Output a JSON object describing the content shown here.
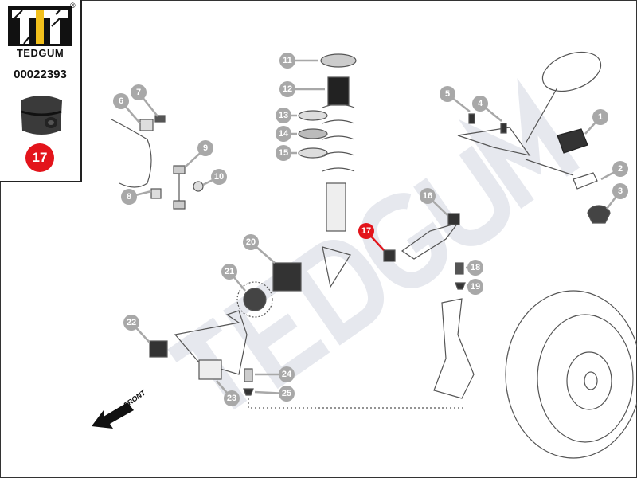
{
  "brand": {
    "name": "TEDGUM",
    "registered_mark": "®",
    "part_number": "00022393",
    "highlighted_position": "17",
    "colors": {
      "logo_yellow": "#f2c01c",
      "highlight_red": "#e3141b",
      "callout_grey": "#a8a8a8"
    }
  },
  "diagram": {
    "watermark": "TEDGUM",
    "front_label": "FRONT",
    "callouts": [
      "1",
      "2",
      "3",
      "4",
      "5",
      "6",
      "7",
      "8",
      "9",
      "10",
      "11",
      "12",
      "13",
      "14",
      "15",
      "16",
      "17",
      "18",
      "19",
      "20",
      "21",
      "22",
      "23",
      "24",
      "25"
    ],
    "highlighted": "17"
  }
}
